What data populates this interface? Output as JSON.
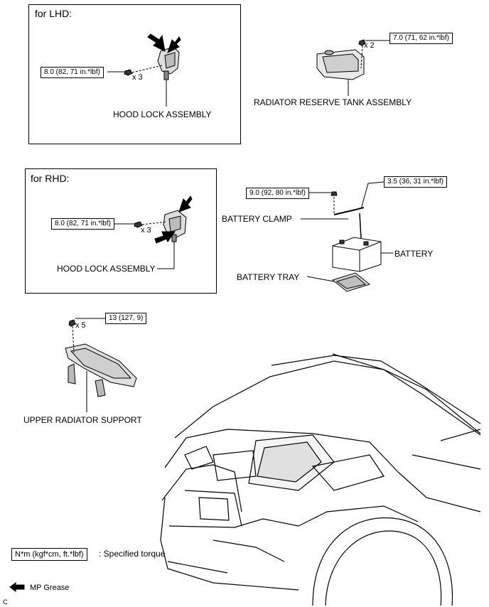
{
  "lhd": {
    "title": "for LHD:",
    "torque": "8.0 (82, 71 in.*lbf)",
    "count": "x 3",
    "part": "HOOD LOCK ASSEMBLY"
  },
  "rhd": {
    "title": "for RHD:",
    "torque": "8.0 (82, 71 in.*lbf)",
    "count": "x 3",
    "part": "HOOD LOCK ASSEMBLY"
  },
  "radiator_tank": {
    "torque": "7.0 (71, 62 in.*lbf)",
    "count": "x 2",
    "part": "RADIATOR RESERVE TANK ASSEMBLY"
  },
  "battery": {
    "clamp_torque": "9.0 (92, 80 in.*lbf)",
    "clamp_nut_torque": "3.5 (36, 31 in.*lbf)",
    "clamp_label": "BATTERY CLAMP",
    "battery_label": "BATTERY",
    "tray_label": "BATTERY TRAY"
  },
  "upper_support": {
    "torque": "13 (127, 9)",
    "count": "x 5",
    "part": "UPPER RADIATOR SUPPORT"
  },
  "legend": {
    "torque_unit": "N*m (kgf*cm, ft.*lbf)",
    "torque_desc": ": Specified torque",
    "grease": "MP Grease"
  },
  "figure_code": "C"
}
